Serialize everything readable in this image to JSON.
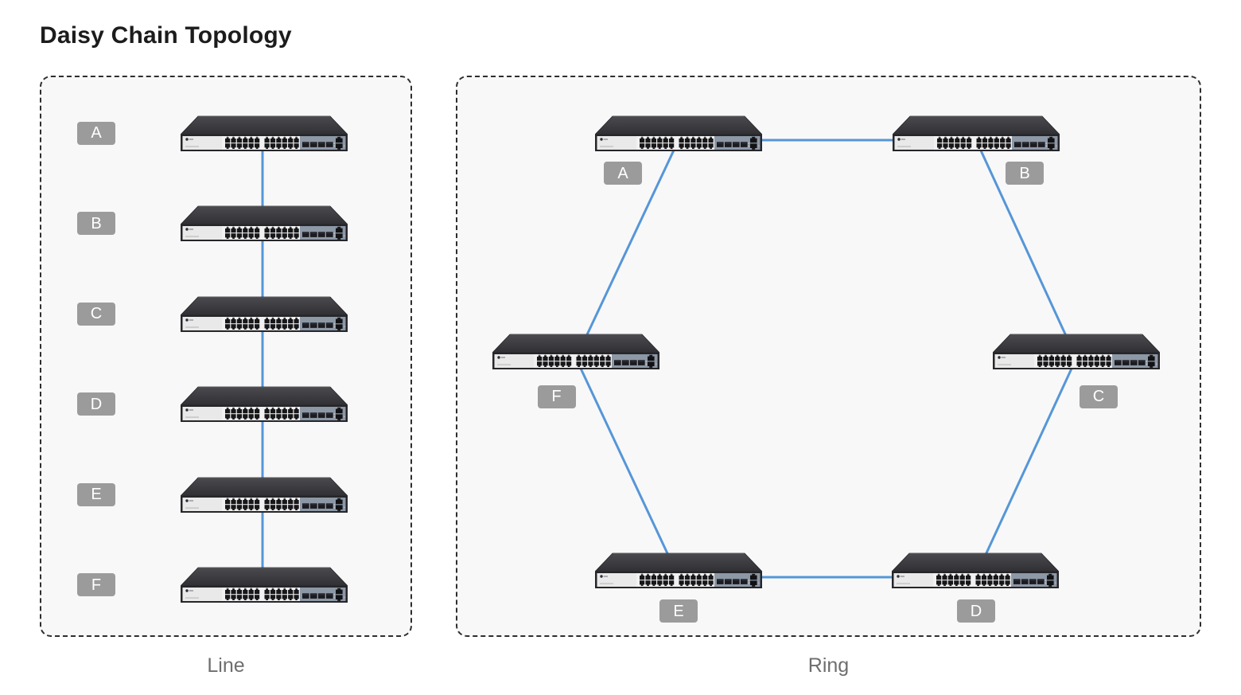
{
  "title": "Daisy Chain Topology",
  "colors": {
    "link_line": "#5596d8",
    "badge_bg": "#9b9b9b",
    "badge_text": "#ffffff",
    "panel_bg": "#f8f8f8",
    "panel_border": "#2e2e2e",
    "caption_text": "#6e6e6e",
    "title_text": "#1c1c1c",
    "switch_chassis": "#3c3c41",
    "switch_faceplate": "#e9e9e9",
    "switch_uplink_section": "#8d98a6"
  },
  "panels": {
    "line": {
      "caption": "Line",
      "nodes": [
        {
          "label": "A"
        },
        {
          "label": "B"
        },
        {
          "label": "C"
        },
        {
          "label": "D"
        },
        {
          "label": "E"
        },
        {
          "label": "F"
        }
      ],
      "links": [
        "A-B",
        "B-C",
        "C-D",
        "D-E",
        "E-F"
      ]
    },
    "ring": {
      "caption": "Ring",
      "nodes": [
        {
          "label": "A"
        },
        {
          "label": "B"
        },
        {
          "label": "C"
        },
        {
          "label": "D"
        },
        {
          "label": "E"
        },
        {
          "label": "F"
        }
      ],
      "links": [
        "A-B",
        "B-C",
        "C-D",
        "D-E",
        "E-F",
        "F-A"
      ]
    }
  },
  "device": {
    "kind": "24-port rack network switch with 4 SFP and 2 uplink ports"
  }
}
